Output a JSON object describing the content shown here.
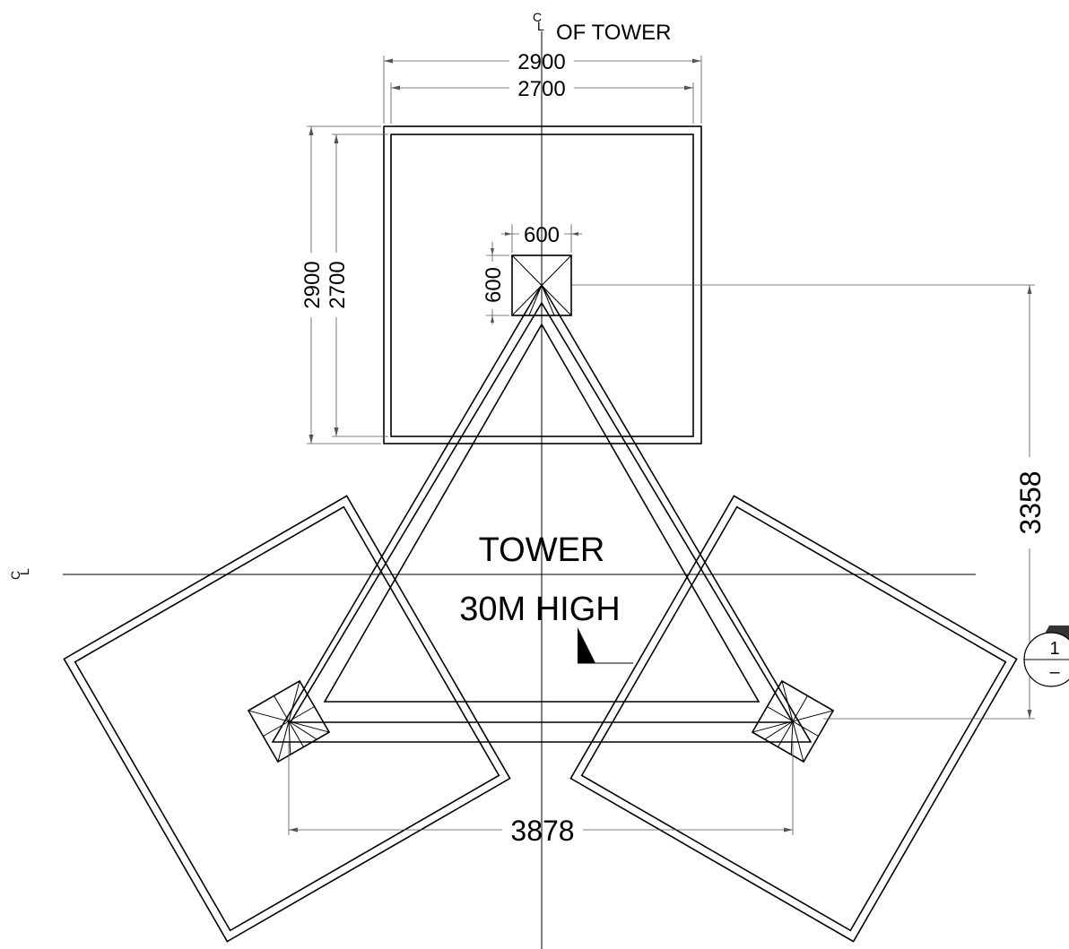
{
  "centerline_label": "OF TOWER",
  "dimensions": {
    "top_outer_width": "2900",
    "top_inner_width": "2700",
    "left_outer_height": "2900",
    "left_inner_height": "2700",
    "pedestal_width": "600",
    "pedestal_height": "600",
    "vertical_offset": "3358",
    "leg_spacing": "3878"
  },
  "tower_label": "TOWER",
  "height_label": "30M HIGH",
  "section_marker": {
    "number": "1",
    "sheet": "–"
  }
}
